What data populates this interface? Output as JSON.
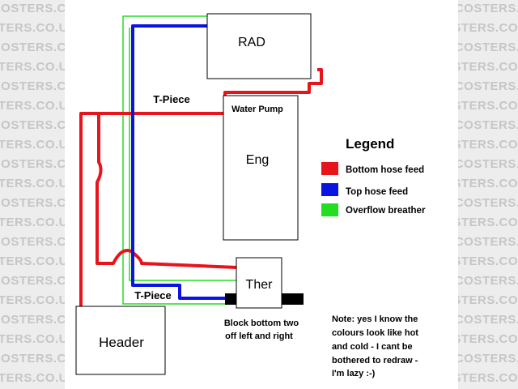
{
  "watermark": {
    "text": "LOCOSTERS.CO.UK",
    "text_color": "#c6c6c6",
    "band_color": "#ededed"
  },
  "components": {
    "radiator": "RAD",
    "water_pump": "Water Pump",
    "engine": "Eng",
    "thermostat": "Ther",
    "header": "Header"
  },
  "labels": {
    "t_piece_upper": "T-Piece",
    "t_piece_lower": "T-Piece",
    "block_note_line1": "Block bottom two",
    "block_note_line2": "off left and right"
  },
  "legend": {
    "title": "Legend",
    "items": [
      {
        "label": "Bottom hose feed",
        "color": "#e8141c"
      },
      {
        "label": "Top hose feed",
        "color": "#0a14e0"
      },
      {
        "label": "Overflow breather",
        "color": "#22dd22"
      }
    ]
  },
  "note": {
    "lines": [
      "Note: yes I know the",
      "colours look like hot",
      "and cold - I cant be",
      "bothered to redraw -",
      "I'm lazy :-)"
    ]
  }
}
